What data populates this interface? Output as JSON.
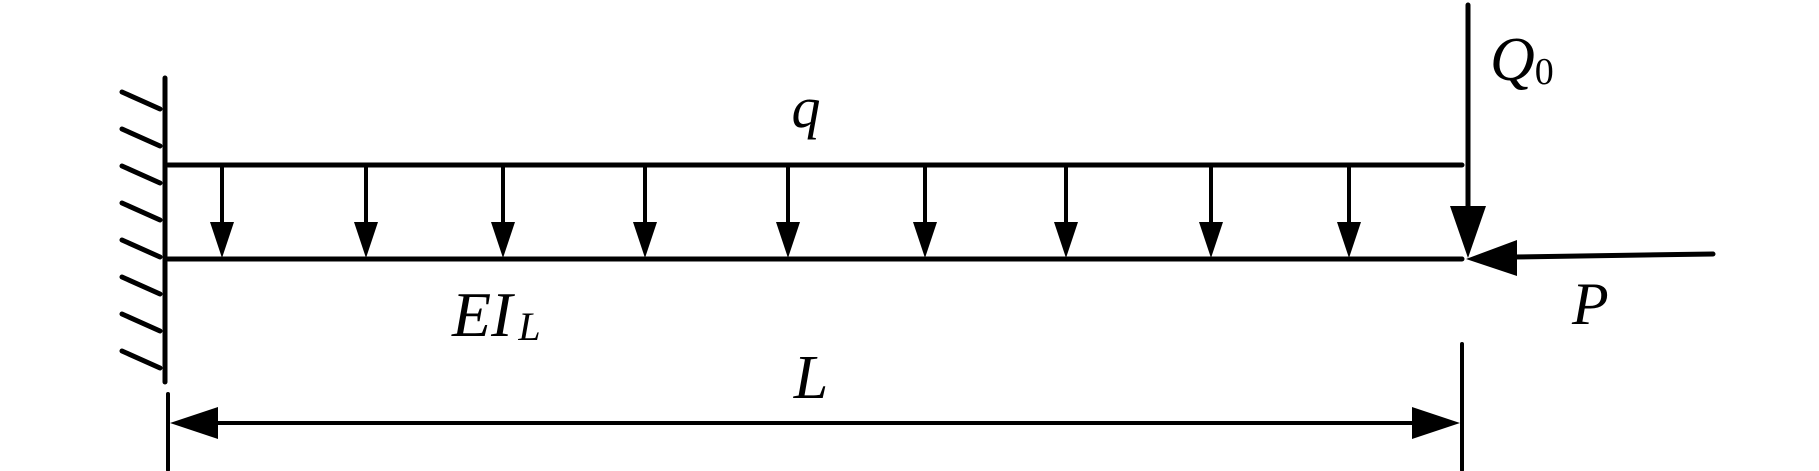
{
  "labels": {
    "distributed_load": "q",
    "point_load_main": "Q",
    "point_load_sub": "0",
    "axial_load": "P",
    "stiffness_main": "EI",
    "stiffness_sub": "L",
    "length": "L"
  },
  "distributed_load_arrow_count": 9,
  "hatch_mark_count": 8
}
